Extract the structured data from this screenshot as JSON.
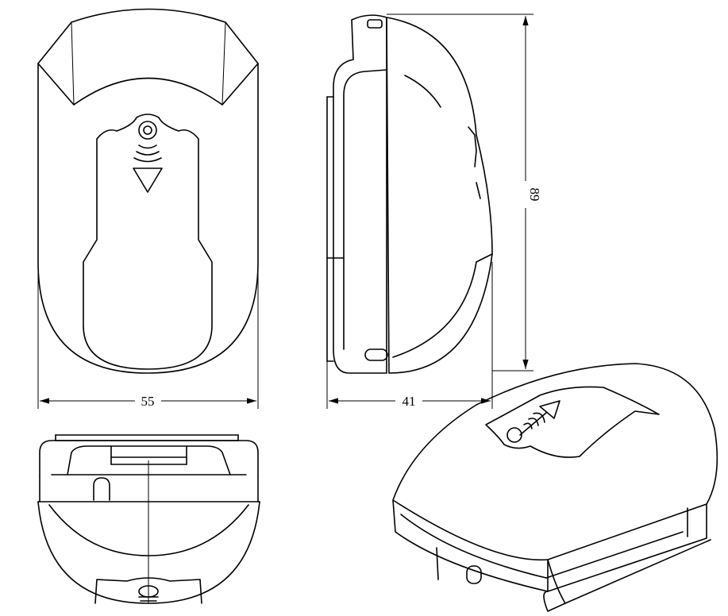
{
  "dimensions": {
    "width": "55",
    "depth": "41",
    "height": "89"
  },
  "views": [
    "front-view",
    "side-view",
    "bottom-view",
    "isometric-view"
  ],
  "colors": {
    "line": "#000000",
    "background": "#ffffff"
  }
}
